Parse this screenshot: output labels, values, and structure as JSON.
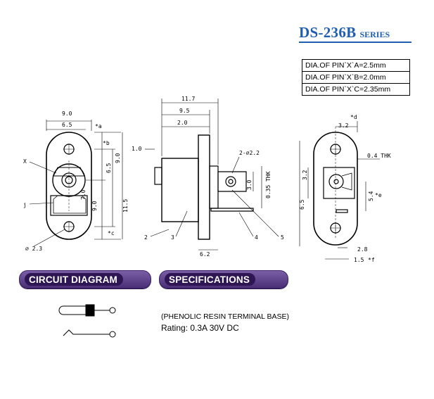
{
  "title": {
    "main": "DS-236B",
    "sub": "SERIES"
  },
  "pin_table": [
    "DIA.OF PIN`X`A=2.5mm",
    "DIA.OF PIN`X`B=2.0mm",
    "DIA.OF PIN`X`C=2.35mm"
  ],
  "front_view": {
    "dim_width": "9.0",
    "dim_half": "6.5",
    "mark_a": "*a",
    "mark_b": "*b",
    "dim_pin": "6.5",
    "dim_height": "9.0",
    "dim_low": "7.0",
    "dim_low2": "9.0",
    "dim_total": "11.5",
    "mark_c": "*c",
    "label_x": "X",
    "label_j": "j",
    "hole": "∅ 2.3"
  },
  "side_view": {
    "dim_overall": "11.7",
    "dim_body": "9.5",
    "dim_flange": "2.0",
    "dim_pin_stub": "1.0",
    "hole_note": "2-∅2.2",
    "dim_tab": "3.0",
    "thickness": "0.35 THK",
    "dim_bottom": "6.2",
    "callout_2": "2",
    "callout_3": "3",
    "callout_4": "4",
    "callout_5": "5"
  },
  "rear_view": {
    "mark_d": "*d",
    "dim_top": "3.2",
    "thickness": "0.4 THK",
    "dim_left": "3.2",
    "dim_overall": "6.5",
    "dim_right": "5.4",
    "mark_e": "*e",
    "dim_bottom1": "2.8",
    "dim_bottom2": "1.5",
    "mark_f": "*f"
  },
  "headings": {
    "circuit": "CIRCUIT DIAGRAM",
    "specs": "SPECIFICATIONS"
  },
  "specs": {
    "line1": "(PHENOLIC RESIN TERMINAL BASE)",
    "line2": "Rating: 0.3A 30V DC"
  },
  "colors": {
    "title": "#1f5fb0",
    "pill": "#4a2f77"
  }
}
